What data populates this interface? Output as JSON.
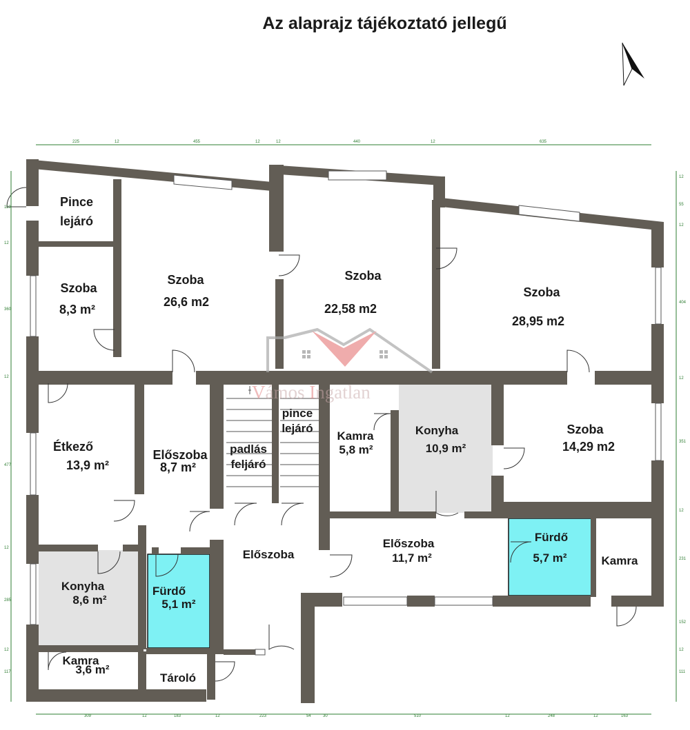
{
  "title": "Az alaprajz tájékoztató jellegű",
  "watermark": {
    "part1": "V",
    "part2": "ámos ",
    "part3": "I",
    "part4": "ngatlan"
  },
  "colors": {
    "wall": "#625d55",
    "bath": "#7ef1f4",
    "kitchen": "#e3e3e3",
    "dimension": "#2e7d32"
  },
  "rooms": [
    {
      "id": "pince-lejaro-1",
      "line1": "Pince",
      "line2": "lejáró"
    },
    {
      "id": "szoba-1",
      "line1": "Szoba",
      "line2": "8,3 m²"
    },
    {
      "id": "szoba-2",
      "line1": "Szoba",
      "line2": "26,6 m2"
    },
    {
      "id": "szoba-3",
      "line1": "Szoba",
      "line2": "22,58 m2"
    },
    {
      "id": "szoba-4",
      "line1": "Szoba",
      "line2": "28,95 m2"
    },
    {
      "id": "etkezo",
      "line1": "Étkező",
      "line2": "13,9 m²"
    },
    {
      "id": "eloszoba-1",
      "line1": "Előszoba",
      "line2": "8,7 m²"
    },
    {
      "id": "padlas",
      "line1": "padlás",
      "line2": "feljáró"
    },
    {
      "id": "pince-lejaro-2",
      "line1": "pince",
      "line2": "lejáró"
    },
    {
      "id": "kamra-1",
      "line1": "Kamra",
      "line2": "5,8 m²"
    },
    {
      "id": "konyha-1",
      "line1": "Konyha",
      "line2": "10,9 m²"
    },
    {
      "id": "szoba-5",
      "line1": "Szoba",
      "line2": "14,29 m2"
    },
    {
      "id": "eloszoba-2",
      "line1": "Előszoba",
      "line2": ""
    },
    {
      "id": "eloszoba-3",
      "line1": "Előszoba",
      "line2": "11,7 m²"
    },
    {
      "id": "furdo-1",
      "line1": "Fürdő",
      "line2": "5,1 m²"
    },
    {
      "id": "furdo-2",
      "line1": "Fürdő",
      "line2": "5,7 m²"
    },
    {
      "id": "kamra-2",
      "line1": "Kamra",
      "line2": ""
    },
    {
      "id": "konyha-2",
      "line1": "Konyha",
      "line2": "8,6 m²"
    },
    {
      "id": "kamra-3",
      "line1": "Kamra",
      "line2": "3,6 m²"
    },
    {
      "id": "tarolo",
      "line1": "Tároló",
      "line2": ""
    }
  ],
  "dimensions": {
    "top": [
      "225",
      "12",
      "455",
      "12",
      "12",
      "440",
      "12",
      "635"
    ],
    "bottom": [
      "309",
      "12",
      "183",
      "12",
      "223",
      "54",
      "30",
      "510",
      "12",
      "248",
      "12",
      "163"
    ],
    "left": [
      "110",
      "12",
      "360",
      "12",
      "477",
      "12",
      "285",
      "12",
      "117"
    ],
    "right": [
      "12",
      "55",
      "12",
      "404",
      "12",
      "351",
      "12",
      "231",
      "152",
      "12",
      "111"
    ]
  }
}
